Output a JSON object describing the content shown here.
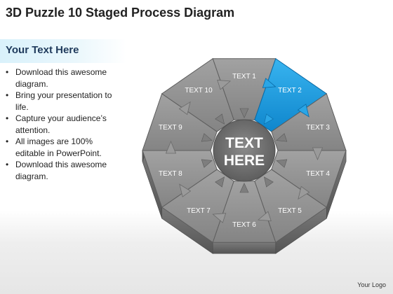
{
  "slide": {
    "title": "3D Puzzle 10 Staged Process Diagram",
    "subtitle": "Your Text Here",
    "bullets": [
      "Download this awesome diagram.",
      "Bring your presentation to life.",
      "Capture your audience’s attention.",
      "All images are 100% editable in PowerPoint.",
      "Download this awesome diagram."
    ],
    "logo": "Your Logo"
  },
  "diagram": {
    "center_line1": "TEXT",
    "center_line2": "HERE",
    "segments": [
      {
        "label": "TEXT 1",
        "highlighted": false
      },
      {
        "label": "TEXT 2",
        "highlighted": true
      },
      {
        "label": "TEXT 3",
        "highlighted": false
      },
      {
        "label": "TEXT 4",
        "highlighted": false
      },
      {
        "label": "TEXT 5",
        "highlighted": false
      },
      {
        "label": "TEXT 6",
        "highlighted": false
      },
      {
        "label": "TEXT 7",
        "highlighted": false
      },
      {
        "label": "TEXT 8",
        "highlighted": false
      },
      {
        "label": "TEXT 9",
        "highlighted": false
      },
      {
        "label": "TEXT 10",
        "highlighted": false
      }
    ]
  },
  "colors": {
    "piece_gray": "#8c8c8c",
    "piece_edge": "#5e5e5e",
    "highlight_blue": "#1a9be0",
    "center_gray": "#6e6e6e"
  }
}
